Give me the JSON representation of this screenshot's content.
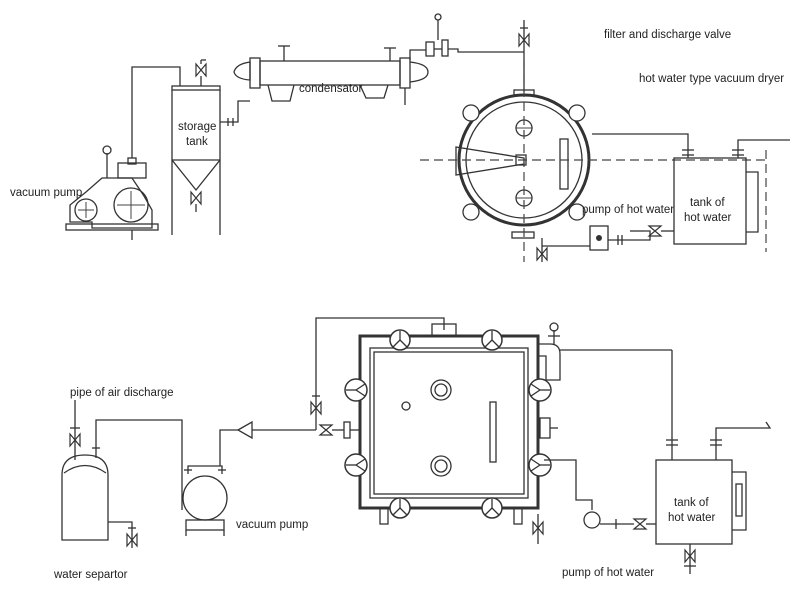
{
  "top_system": {
    "labels": {
      "filter_valve": "filter and discharge valve",
      "dryer_type": "hot water type vacuum dryer",
      "condensator": "condensator",
      "storage_line1": "storage",
      "storage_line2": "tank",
      "vacuum_pump": "vacuum pump",
      "pump_hot_water": "pump of hot water",
      "tank_line1": "tank of",
      "tank_line2": "hot water"
    }
  },
  "bottom_system": {
    "labels": {
      "air_discharge": "pipe of air discharge",
      "water_separator": "water separtor",
      "vacuum_pump": "vacuum pump",
      "pump_hot_water": "pump of hot water",
      "tank_line1": "tank of",
      "tank_line2": "hot water"
    }
  },
  "colors": {
    "line": "#333333",
    "background": "#ffffff"
  }
}
